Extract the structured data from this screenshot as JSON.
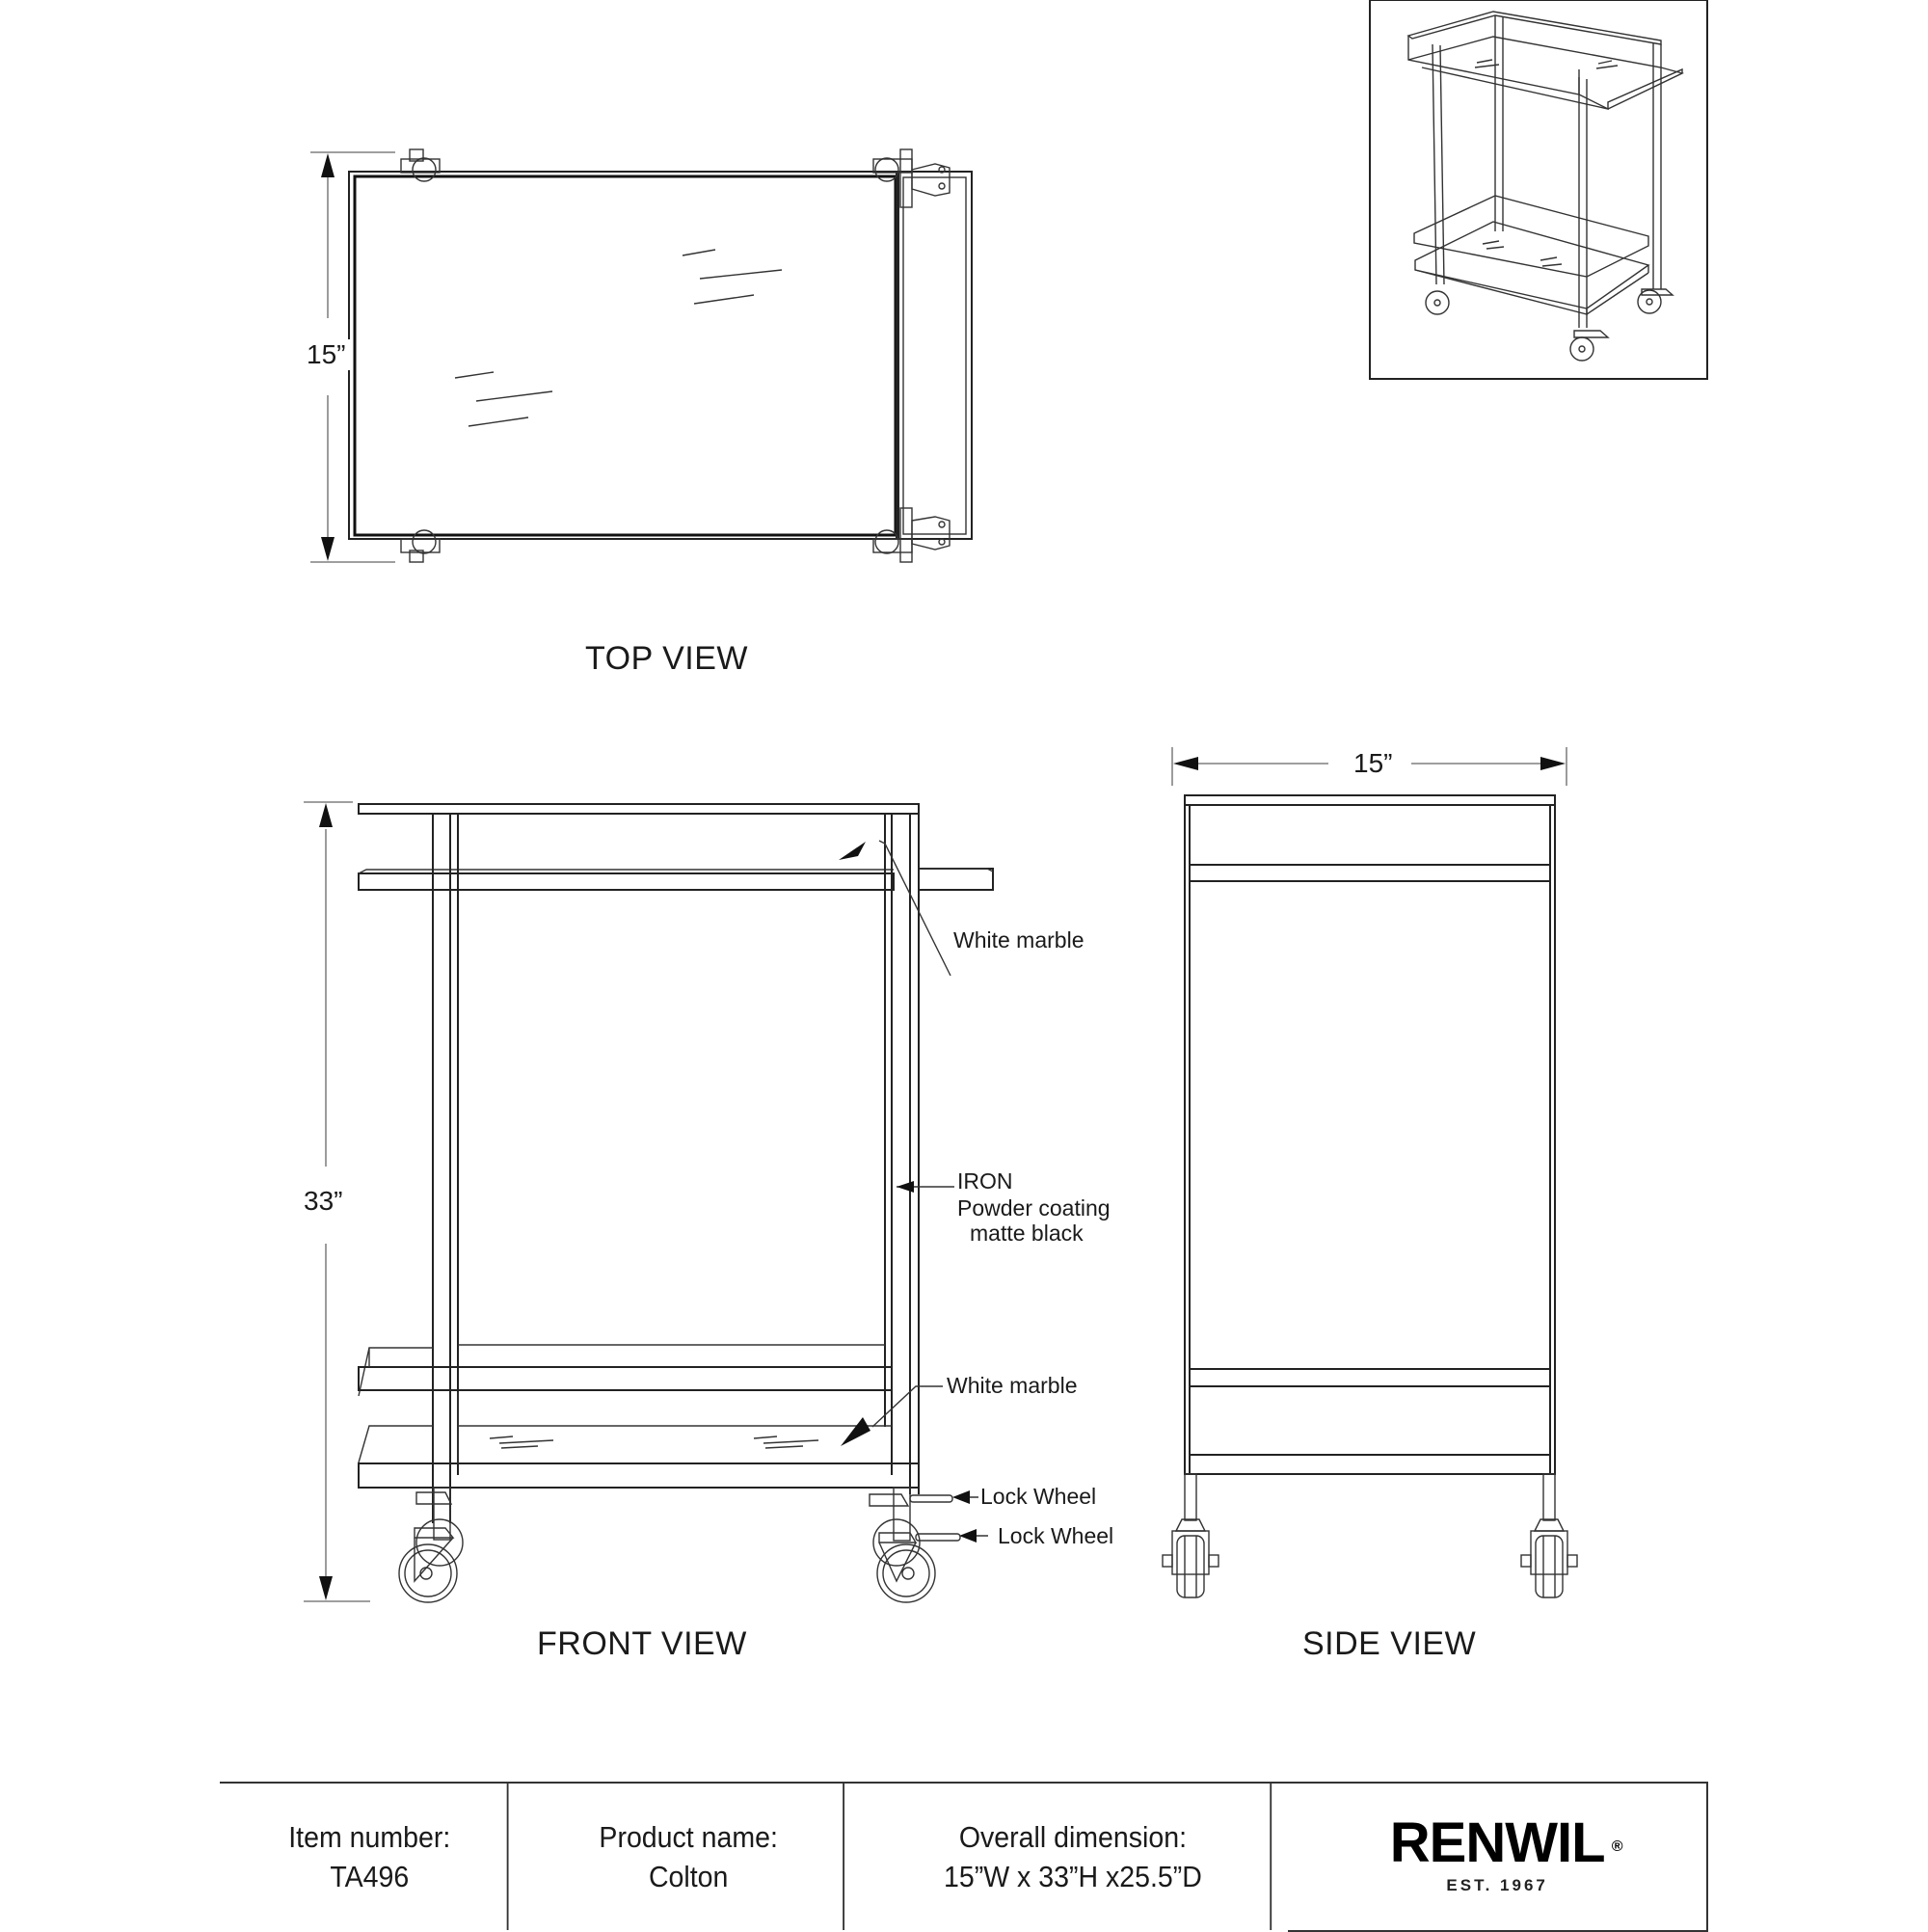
{
  "views": {
    "top": {
      "title": "TOP VIEW",
      "dimension": "15”"
    },
    "front": {
      "title": "FRONT VIEW",
      "dimension": "33”"
    },
    "side": {
      "title": "SIDE VIEW",
      "dimension": "15”"
    },
    "perspective": {
      "title": ""
    }
  },
  "callouts": {
    "top_shelf": "White marble",
    "frame_material": "IRON",
    "frame_finish_1": "Powder coating",
    "frame_finish_2": "matte black",
    "bottom_shelf": "White marble",
    "lock_wheel_1": "Lock Wheel",
    "lock_wheel_2": "Lock Wheel"
  },
  "title_block": {
    "item_number_label": "Item number:",
    "item_number": "TA496",
    "product_name_label": "Product name:",
    "product_name": "Colton",
    "dimension_label": "Overall dimension:",
    "dimension_value": "15”W x 33”H x25.5”D",
    "brand": "RENWIL",
    "brand_mark": "®",
    "brand_tagline": "EST. 1967"
  }
}
